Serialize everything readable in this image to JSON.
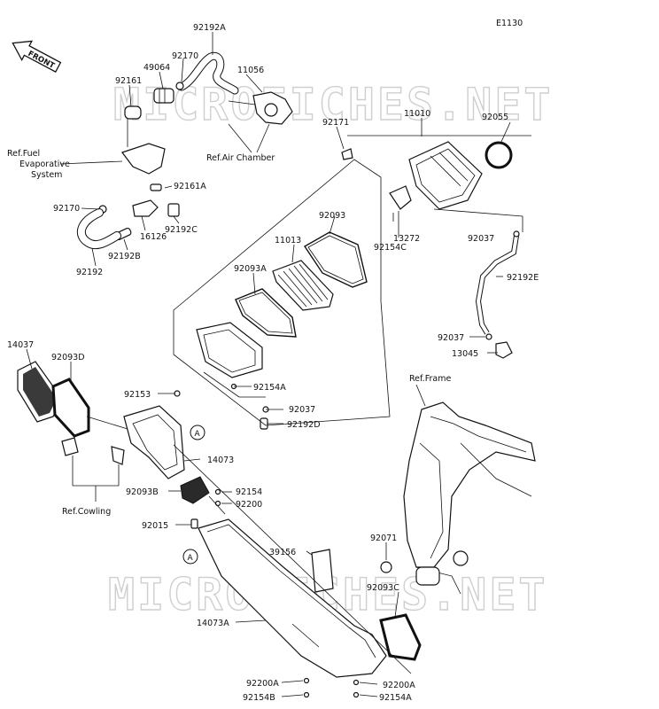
{
  "diagram_code": "E1130",
  "front_label": "FRONT",
  "watermark": "MICROFICHES.NET",
  "circle_ref": "A",
  "refs": {
    "fuel_evap": [
      "Ref.Fuel",
      "Evaporative",
      "System"
    ],
    "air_chamber": "Ref.Air Chamber",
    "frame": "Ref.Frame",
    "cowling": "Ref.Cowling"
  },
  "parts": [
    {
      "code": "92192A"
    },
    {
      "code": "92170"
    },
    {
      "code": "49064"
    },
    {
      "code": "11056"
    },
    {
      "code": "92161"
    },
    {
      "code": "11010"
    },
    {
      "code": "92055"
    },
    {
      "code": "92171"
    },
    {
      "code": "92161A"
    },
    {
      "code": "92170"
    },
    {
      "code": "16126"
    },
    {
      "code": "92192C"
    },
    {
      "code": "92192B"
    },
    {
      "code": "92192"
    },
    {
      "code": "13272"
    },
    {
      "code": "92154C"
    },
    {
      "code": "92093"
    },
    {
      "code": "11013"
    },
    {
      "code": "92093A"
    },
    {
      "code": "92037"
    },
    {
      "code": "92192E"
    },
    {
      "code": "92037"
    },
    {
      "code": "13045"
    },
    {
      "code": "14037"
    },
    {
      "code": "92093D"
    },
    {
      "code": "92153"
    },
    {
      "code": "92154A"
    },
    {
      "code": "92037"
    },
    {
      "code": "92192D"
    },
    {
      "code": "14073"
    },
    {
      "code": "92093B"
    },
    {
      "code": "92154"
    },
    {
      "code": "92200"
    },
    {
      "code": "92015"
    },
    {
      "code": "39156"
    },
    {
      "code": "92071"
    },
    {
      "code": "92093C"
    },
    {
      "code": "14073A"
    },
    {
      "code": "92200A"
    },
    {
      "code": "92200A"
    },
    {
      "code": "92154B"
    },
    {
      "code": "92154A"
    }
  ]
}
